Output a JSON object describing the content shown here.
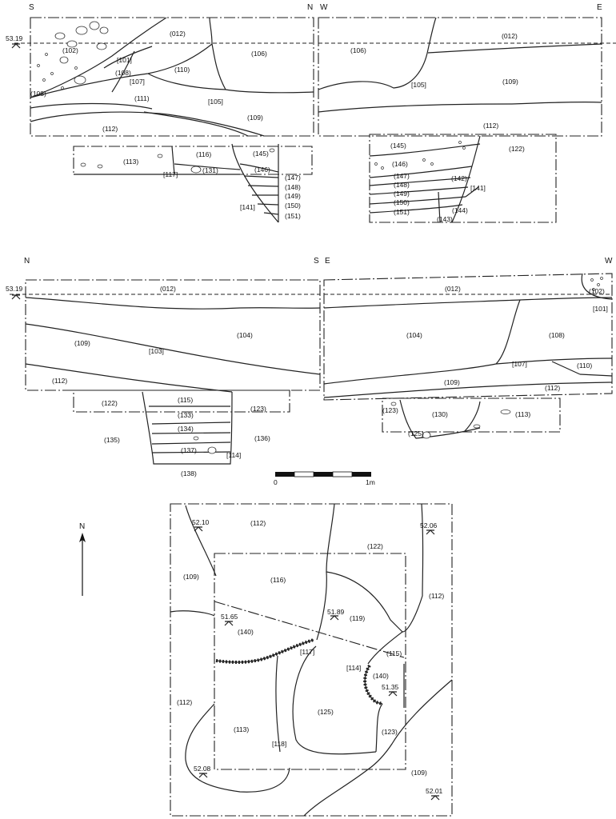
{
  "sections": {
    "s1_left": {
      "compass_left": "S",
      "compass_right": "N",
      "level": "53.19",
      "contexts": [
        "(012)",
        "(102)",
        "[101]",
        "(108)",
        "[107]",
        "(108)",
        "(110)",
        "(106)",
        "[105]",
        "(109)",
        "(111)",
        "(112)",
        "(113)",
        "[117]",
        "(116)",
        "(131)",
        "(145)",
        "(146)",
        "(147)",
        "(148)",
        "(149)",
        "(150)",
        "[141]",
        "(151)"
      ]
    },
    "s1_right": {
      "compass_left": "W",
      "compass_right": "E",
      "contexts": [
        "(012)",
        "(106)",
        "[105]",
        "(109)",
        "(112)",
        "(145)",
        "(122)",
        "(146)",
        "(147)",
        "(142)",
        "(148)",
        "[141]",
        "(149)",
        "(150)",
        "(144)",
        "(151)",
        "(143)"
      ]
    },
    "s2_left": {
      "compass_left": "N",
      "compass_right": "S",
      "level": "53.19",
      "contexts": [
        "(012)",
        "(109)",
        "[103]",
        "(104)",
        "(112)",
        "(122)",
        "(115)",
        "(123)",
        "(133)",
        "(134)",
        "(135)",
        "(136)",
        "(137)",
        "[114]",
        "(138)"
      ]
    },
    "s2_right": {
      "compass_left": "E",
      "compass_right": "W",
      "contexts": [
        "(012)",
        "(102)",
        "[101]",
        "(104)",
        "(108)",
        "[107]",
        "(110)",
        "(109)",
        "(112)",
        "(123)",
        "(130)",
        "(113)",
        "(125)"
      ]
    }
  },
  "scale": {
    "start": "0",
    "end": "1m"
  },
  "plan": {
    "north": "N",
    "levels": [
      "52.10",
      "52.06",
      "51.65",
      "51.89",
      "51.35",
      "52.08",
      "52.01"
    ],
    "contexts": [
      "(112)",
      "(122)",
      "(109)",
      "(116)",
      "(112)",
      "(119)",
      "(140)",
      "[117]",
      "(115)",
      "[114]",
      "(140)",
      "(112)",
      "(125)",
      "(113)",
      "[118]",
      "(123)",
      "(109)"
    ]
  }
}
